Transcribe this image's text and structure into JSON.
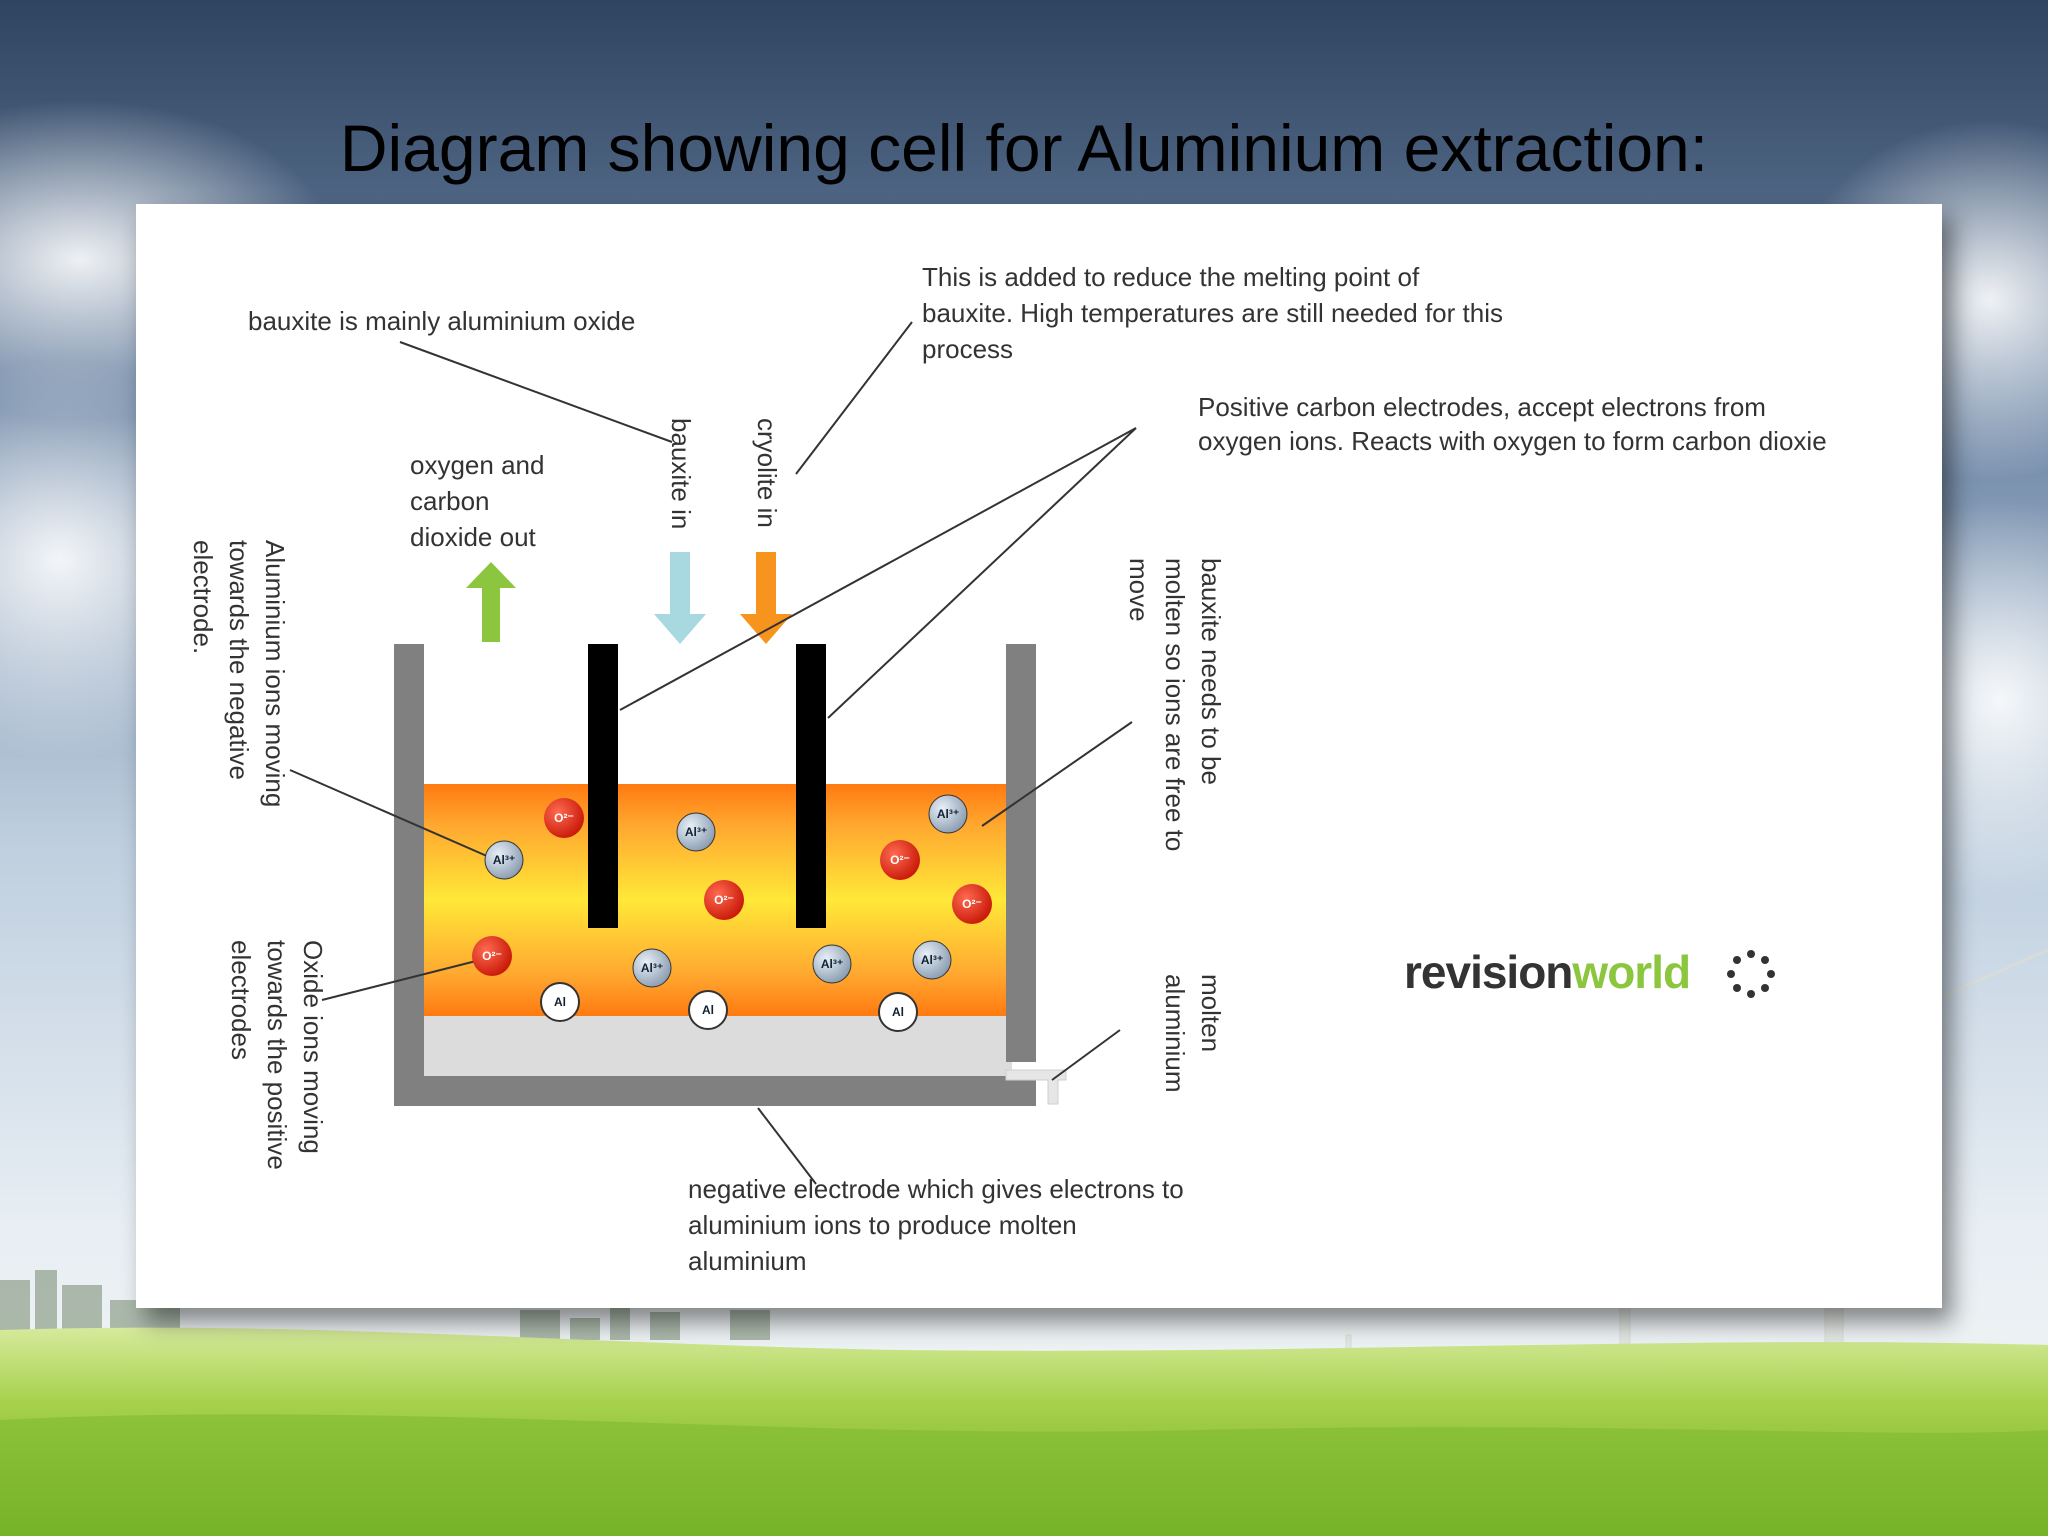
{
  "slide": {
    "title": "Diagram showing cell for Aluminium extraction:"
  },
  "diagram": {
    "labels": {
      "bauxite_oxide": "bauxite is mainly aluminium oxide",
      "cryolite_note_1": "This is added to reduce the melting point of",
      "cryolite_note_2": "bauxite. High temperatures are still needed for this",
      "cryolite_note_3": "process",
      "positive_1": "Positive carbon electrodes, accept electrons from",
      "positive_2": "oxygen ions. Reacts with oxygen to form carbon dioxie",
      "gas_out_1": "oxygen and",
      "gas_out_2": "carbon",
      "gas_out_3": "dioxide out",
      "bauxite_in": "bauxite in",
      "cryolite_in": "cryolite in",
      "al_ions_1": "Aluminium ions moving",
      "al_ions_2": "towards the negative",
      "al_ions_3": "electrode.",
      "molten_1": "bauxite needs to be",
      "molten_2": "molten so ions are free to",
      "molten_3": "move",
      "oxide_ions_1": "Oxide ions moving",
      "oxide_ions_2": "towards the positive",
      "oxide_ions_3": "electrodes",
      "molten_al_1": "molten",
      "molten_al_2": "aluminium",
      "negative_1": "negative electrode which gives electrons to",
      "negative_2": "aluminium ions to produce molten",
      "negative_3": "aluminium"
    },
    "ions": {
      "al3": "Al³⁺",
      "o2": "O²⁻",
      "al": "Al"
    },
    "brand": {
      "part1": "revision",
      "part2": "world"
    }
  },
  "colors": {
    "title_text": "#000000",
    "tank_wall": "#808080",
    "electrode": "#000000",
    "electrolyte_edge": "#ff7a10",
    "electrolyte_center": "#ffe838",
    "molten_layer": "#dcdcdc",
    "oxide_ion": "#e02010",
    "al_ion_fill": "#b8c6d4",
    "arrow_gas": "#8cc63f",
    "arrow_bauxite": "#a8d8e0",
    "arrow_cryolite": "#f7941d",
    "brand_dark": "#333333",
    "brand_green": "#8cc63f"
  }
}
